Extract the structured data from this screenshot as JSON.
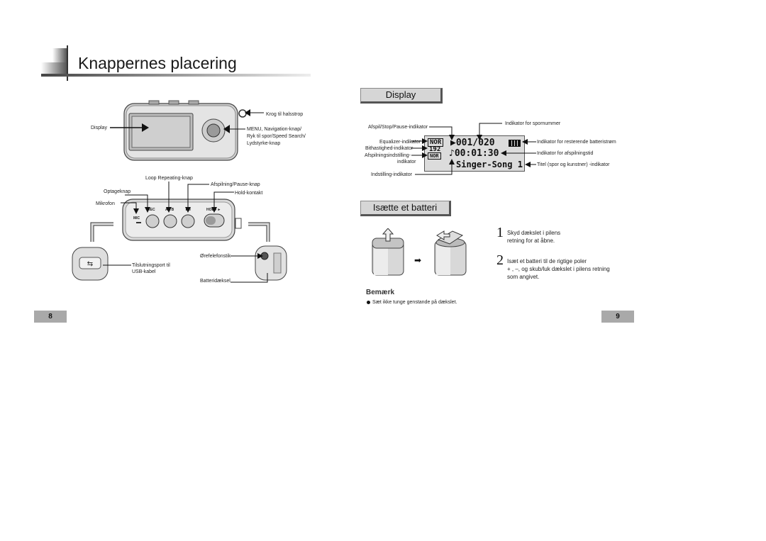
{
  "page_title": "Knappernes placering",
  "left": {
    "label_strap": "Krog til halsstrop",
    "label_display": "Display",
    "label_menu_1": "MENU, Navigation-knap/",
    "label_menu_2": "Ryk til spor/Speed Search/",
    "label_menu_3": "Lydstyrke-knap",
    "label_loop": "Loop Repeating-knap",
    "label_play": "Afspilning/Pause-knap",
    "label_rec": "Optageknap",
    "label_hold": "Hold-kontakt",
    "label_mic": "Mikrofon",
    "btn_rec": "REC",
    "btn_ab": "A↔B",
    "btn_play": "►II",
    "btn_hold": "HOLD ►",
    "mic_text": "MIC",
    "label_earphone": "Ørefelefonstik",
    "label_usb_1": "Tilslutningsport til",
    "label_usb_2": "USB-kabel",
    "label_battery_cover": "Batteridæksel",
    "page_number": "8"
  },
  "right": {
    "display_header": "Display",
    "label_play_stop": "Afspil/Stop/Pause-indikator",
    "label_track_no": "Indikator for spornummer",
    "label_eq": "Equalizer-indikator",
    "label_bitrate": "Bithastighed-indikator",
    "label_playmode_1": "Afspilningsindstilling-",
    "label_playmode_2": "indikator",
    "label_settings": "Indstilling-indikator",
    "label_battery": "Indikator for resterende batteristrøm",
    "label_playtime": "Indikator for afspilningstid",
    "label_title": "Titel (spor og kunstner) -indikator",
    "lcd_eq": "NOR",
    "lcd_bitrate": "192",
    "lcd_mode": "NOR",
    "lcd_track": "▶001/020",
    "lcd_time": "♪00:01:30",
    "lcd_song": "Singer-Song 1",
    "battery_header": "Isætte et batteri",
    "step1_num": "1",
    "step1_line1": "Skyd dækslet i pilens",
    "step1_line2": "retning for at åbne.",
    "step2_num": "2",
    "step2_line1": "Isæt et batteri til de rigtige poler",
    "step2_line2": "+ , –, og skub/luk dækslet i pilens retning",
    "step2_line3": "som angivet.",
    "note_title": "Bemærk",
    "note_text": "Sæt ikke tunge genstande på dækslet.",
    "page_number": "9"
  }
}
